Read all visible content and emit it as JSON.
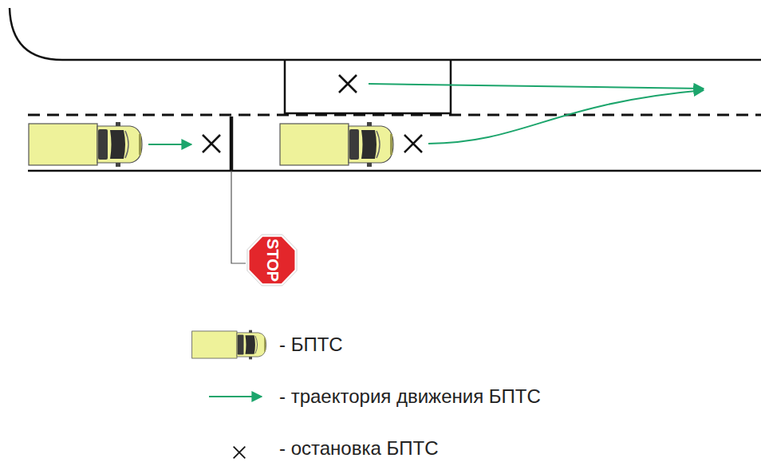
{
  "diagram": {
    "nodes": [
      {
        "text": [
          "STOP"
        ]
      }
    ],
    "legend": [
      {
        "text": "- БПТС"
      },
      {
        "text": "- траектория движения БПТС"
      },
      {
        "text": "- остановка БПТС"
      }
    ]
  }
}
